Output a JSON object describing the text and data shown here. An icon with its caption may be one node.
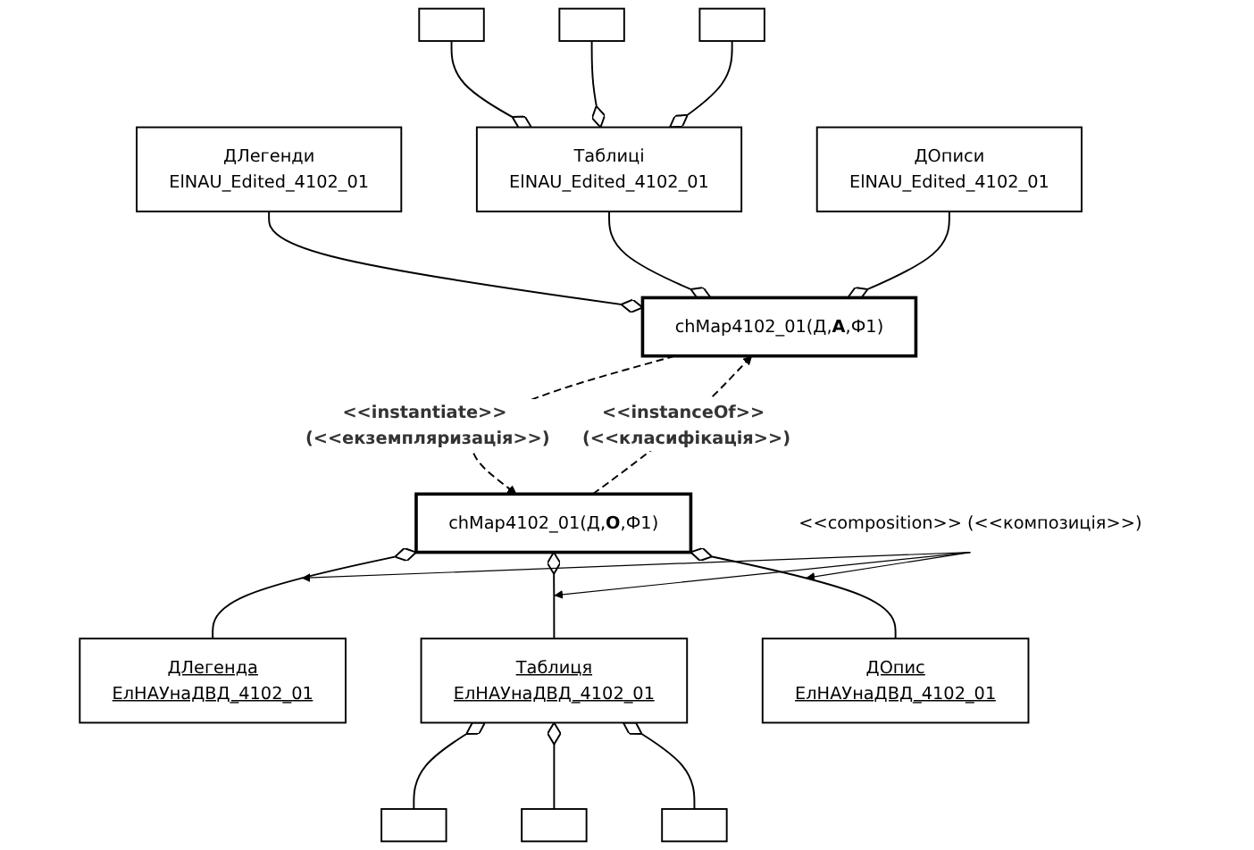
{
  "diagram": {
    "nodes": [
      {
        "text": [],
        "shape": "box"
      },
      {
        "text": [],
        "shape": "box"
      },
      {
        "text": [],
        "shape": "box"
      },
      {
        "text": [
          "ДЛегенди",
          "ElNAU_Edited_4102_01"
        ]
      },
      {
        "text": [
          "Таблиці",
          "ElNAU_Edited_4102_01"
        ]
      },
      {
        "text": [
          "ДОписи",
          "ElNAU_Edited_4102_01"
        ]
      },
      {
        "text": [
          "chMap4102_01(Д,**А**,Ф1)"
        ]
      },
      {
        "text": [
          "chMap4102_01(Д,**О**,Ф1)"
        ]
      },
      {
        "text": [
          "ДЛегенда",
          "ЕлНАУнаДВД_4102_01"
        ]
      },
      {
        "text": [
          "Таблиця",
          "ЕлНАУнаДВД_4102_01"
        ]
      },
      {
        "text": [
          "ДОпис",
          "ЕлНАУнаДВД_4102_01"
        ]
      },
      {
        "text": [],
        "shape": "box"
      },
      {
        "text": [],
        "shape": "box"
      },
      {
        "text": [],
        "shape": "box"
      },
      {
        "text": [
          "<<composition>> (<<композиція>>)"
        ]
      }
    ],
    "edges": [
      {
        "from": 0,
        "to": 4,
        "arrow": "other"
      },
      {
        "from": 1,
        "to": 4,
        "arrow": "other"
      },
      {
        "from": 2,
        "to": 4,
        "arrow": "other"
      },
      {
        "from": 3,
        "to": 6,
        "arrow": "other"
      },
      {
        "from": 4,
        "to": 6,
        "arrow": "other"
      },
      {
        "from": 5,
        "to": 6,
        "arrow": "other"
      },
      {
        "from": 6,
        "to": 7,
        "arrow": "to",
        "style": "dashed",
        "label": "<<instantiate>> (<<екземпляризація>>)"
      },
      {
        "from": 7,
        "to": 6,
        "arrow": "to",
        "style": "dashed",
        "label": "<<instanceOf>> (<<класифікація>>)"
      },
      {
        "from": 8,
        "to": 7,
        "arrow": "other"
      },
      {
        "from": 9,
        "to": 7,
        "arrow": "other"
      },
      {
        "from": 10,
        "to": 7,
        "arrow": "other"
      },
      {
        "from": 14,
        "to": null,
        "arrow": "to"
      },
      {
        "from": 14,
        "to": null,
        "arrow": "to"
      },
      {
        "from": 14,
        "to": null,
        "arrow": "to"
      },
      {
        "from": 11,
        "to": 9,
        "arrow": "other"
      },
      {
        "from": 12,
        "to": 9,
        "arrow": "other"
      },
      {
        "from": 13,
        "to": 9,
        "arrow": "other"
      }
    ]
  }
}
